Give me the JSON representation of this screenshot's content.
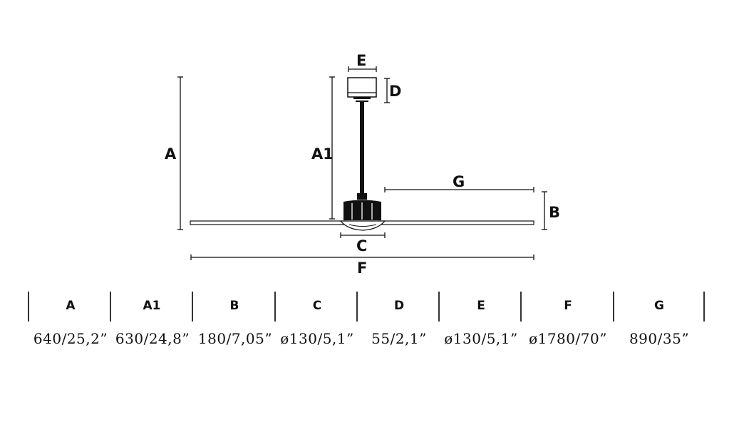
{
  "diagram": {
    "labels": {
      "A": "A",
      "A1": "A1",
      "B": "B",
      "C": "C",
      "D": "D",
      "E": "E",
      "F": "F",
      "G": "G"
    }
  },
  "table": {
    "headers": [
      "A",
      "A1",
      "B",
      "C",
      "D",
      "E",
      "F",
      "G"
    ],
    "values": [
      "640/25,2”",
      "630/24,8”",
      "180/7,05”",
      "ø130/5,1”",
      "55/2,1”",
      "ø130/5,1”",
      "ø1780/70”",
      "890/35”"
    ]
  }
}
